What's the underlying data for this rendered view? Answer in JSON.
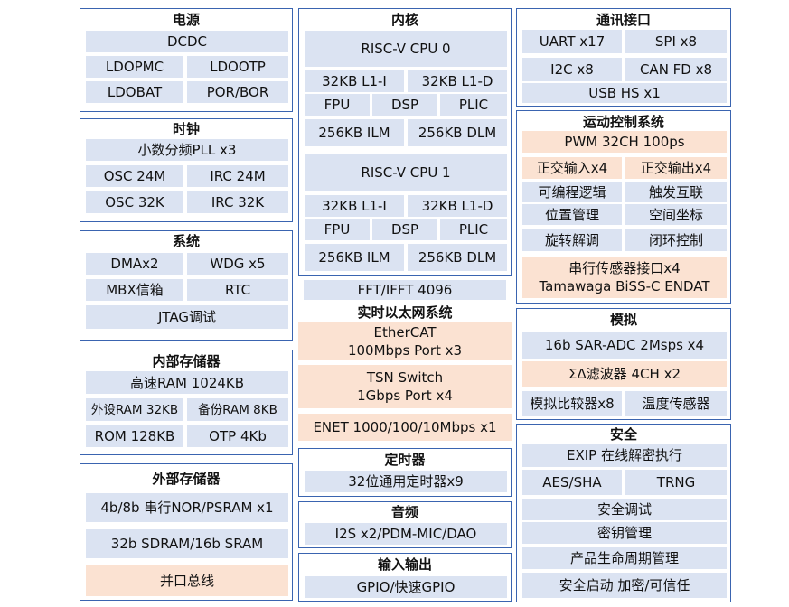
{
  "power": {
    "title": "电源",
    "dcdc": "DCDC",
    "ldopmc": "LDOPMC",
    "ldootp": "LDOOTP",
    "ldobat": "LDOBAT",
    "porbor": "POR/BOR"
  },
  "clock": {
    "title": "时钟",
    "pll": "小数分频PLL x3",
    "osc24": "OSC 24M",
    "irc24": "IRC 24M",
    "osc32": "OSC 32K",
    "irc32": "IRC 32K"
  },
  "system": {
    "title": "系统",
    "dma": "DMAx2",
    "wdg": "WDG x5",
    "mbx": "MBX信箱",
    "rtc": "RTC",
    "jtag": "JTAG调试"
  },
  "internal_mem": {
    "title": "内部存储器",
    "ram": "高速RAM 1024KB",
    "periph_ram": "外设RAM 32KB",
    "backup_ram": "备份RAM 8KB",
    "rom": "ROM 128KB",
    "otp": "OTP 4Kb"
  },
  "external_mem": {
    "title": "外部存储器",
    "nor": "4b/8b 串行NOR/PSRAM x1",
    "sdram": "32b SDRAM/16b SRAM",
    "parallel": "并口总线"
  },
  "core": {
    "title": "内核",
    "cpus": [
      {
        "name": "RISC-V CPU 0",
        "l1i": "32KB L1-I",
        "l1d": "32KB L1-D",
        "fpu": "FPU",
        "dsp": "DSP",
        "plic": "PLIC",
        "ilm": "256KB ILM",
        "dlm": "256KB DLM"
      },
      {
        "name": "RISC-V CPU 1",
        "l1i": "32KB L1-I",
        "l1d": "32KB L1-D",
        "fpu": "FPU",
        "dsp": "DSP",
        "plic": "PLIC",
        "ilm": "256KB ILM",
        "dlm": "256KB DLM"
      }
    ],
    "fft": "FFT/IFFT 4096"
  },
  "ethernet": {
    "title": "实时以太网系统",
    "ethercat_l1": "EtherCAT",
    "ethercat_l2": "100Mbps Port x3",
    "tsn_l1": "TSN Switch",
    "tsn_l2": "1Gbps Port x4",
    "enet": "ENET 1000/100/10Mbps x1"
  },
  "timer": {
    "title": "定时器",
    "item": "32位通用定时器x9"
  },
  "audio": {
    "title": "音频",
    "item": "I2S x2/PDM-MIC/DAO"
  },
  "io": {
    "title": "输入输出",
    "item": "GPIO/快速GPIO"
  },
  "comm": {
    "title": "通讯接口",
    "uart": "UART x17",
    "spi": "SPI x8",
    "i2c": "I2C x8",
    "canfd": "CAN FD x8",
    "usb": "USB HS x1"
  },
  "motion": {
    "title": "运动控制系统",
    "pwm": "PWM 32CH 100ps",
    "qei_in": "正交输入x4",
    "qei_out": "正交输出x4",
    "plb": "可编程逻辑",
    "trigger": "触发互联",
    "pos": "位置管理",
    "coord": "空间坐标",
    "resolver": "旋转解调",
    "closed_loop": "闭环控制",
    "sensor_l1": "串行传感器接口x4",
    "sensor_l2": "Tamawaga BiSS-C ENDAT"
  },
  "analog": {
    "title": "模拟",
    "adc": "16b SAR-ADC 2Msps x4",
    "sigma": "ΣΔ滤波器 4CH x2",
    "comp": "模拟比较器x8",
    "temp": "温度传感器"
  },
  "security": {
    "title": "安全",
    "exip": "EXIP 在线解密执行",
    "aes": "AES/SHA",
    "trng": "TRNG",
    "debug": "安全调试",
    "key": "密钥管理",
    "lifecycle": "产品生命周期管理",
    "boot": "安全启动 加密/可信任"
  }
}
